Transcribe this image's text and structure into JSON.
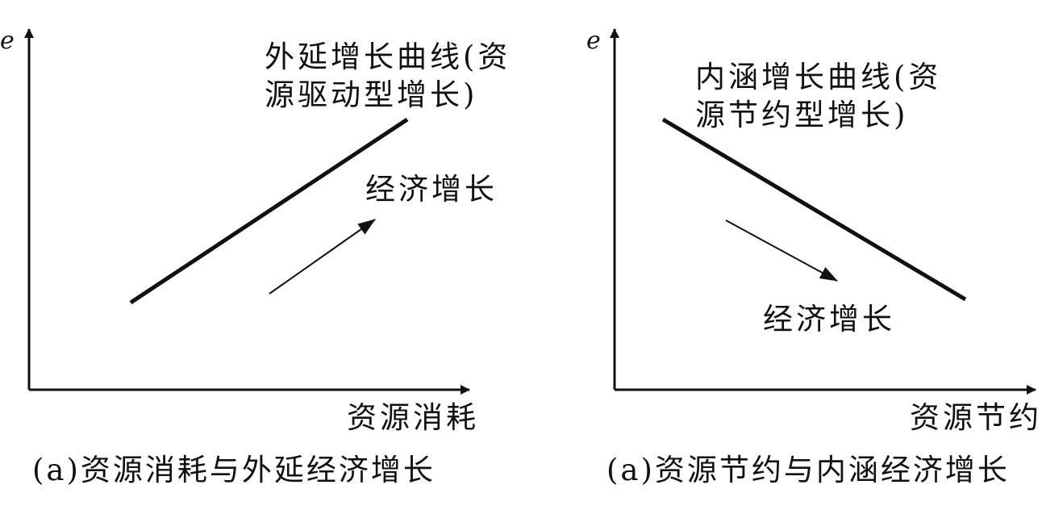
{
  "left_panel": {
    "y_axis_label": "e",
    "x_axis_label": "资源消耗",
    "curve_label_line1": "外延增长曲线(资",
    "curve_label_line2": "源驱动型增长)",
    "arrow_label": "经济增长",
    "caption": "(a)资源消耗与外延经济增长"
  },
  "right_panel": {
    "y_axis_label": "e",
    "x_axis_label": "资源节约",
    "curve_label_line1": "内涵增长曲线(资",
    "curve_label_line2": "源节约型增长)",
    "arrow_label": "经济增长",
    "caption": "(a)资源节约与内涵经济增长"
  },
  "colors": {
    "ink": "#111111",
    "background": "#ffffff"
  }
}
